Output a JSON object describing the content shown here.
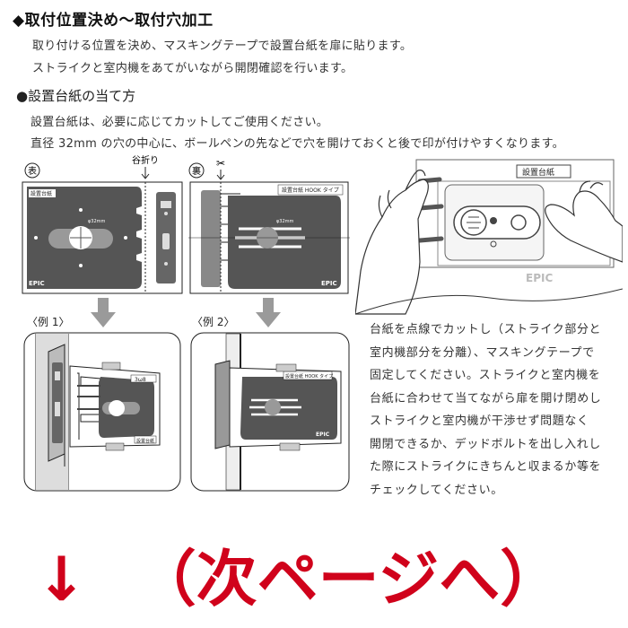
{
  "section1": {
    "title": "◆取付位置決め〜取付穴加工",
    "line1": "取り付ける位置を決め、マスキングテープで設置台紙を扉に貼ります。",
    "line2": "ストライクと室内機をあてがいながら開閉確認を行います。"
  },
  "section2": {
    "title": "●設置台紙の当て方",
    "line1": "設置台紙は、必要に応じてカットしてご使用ください。",
    "line2": "直径 32mm の穴の中心に、ボールペンの先などで穴を開けておくと後で印が付けやすくなります。"
  },
  "diagrams": {
    "front_mark": "表",
    "back_mark": "裏",
    "fold_label": "谷折り",
    "scissors_icon": "scissors-icon",
    "front_card_label": "設置台紙",
    "back_card_label": "設置台紙 HOOK タイプ",
    "hole_label": "φ32mm",
    "brand": "EPIC",
    "example1": "〈例 1〉",
    "example2": "〈例 2〉",
    "photo_label": "設置台紙",
    "ex1_card_label": "3ω8",
    "ex1_card_tag": "設置台紙",
    "ex2_card_label": "設置台紙 HOOK タイプ"
  },
  "description": [
    "台紙を点線でカットし（ストライク部分と",
    "室内機部分を分離）、マスキングテープで",
    "固定してください。ストライクと室内機を",
    "台紙に合わせて当てながら扉を開け閉めし",
    "ストライクと室内機が干渉せず問題なく",
    "開閉できるか、デッドボルトを出し入れし",
    "た際にストライクにきちんと収まるか等を",
    "チェックしてください。"
  ],
  "next_page": {
    "arrow": "↓",
    "text": "（次ページへ）"
  },
  "colors": {
    "accent": "#d0021b",
    "panel": "#555555",
    "line": "#222222"
  }
}
